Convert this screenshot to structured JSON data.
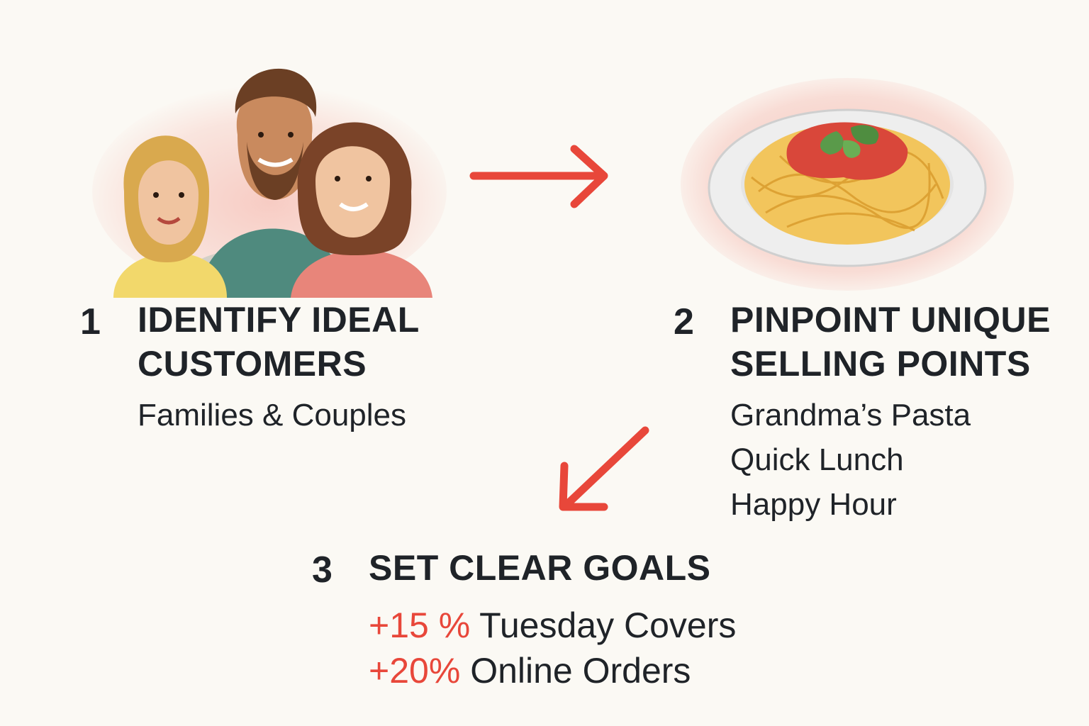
{
  "steps": [
    {
      "number": "1",
      "title_line1": "IDENTIFY IDEAL",
      "title_line2": "CUSTOMERS",
      "details": [
        "Families & Couples"
      ],
      "illustration": "family-watercolor-illustration"
    },
    {
      "number": "2",
      "title_line1": "PINPOINT UNIQUE",
      "title_line2": "SELLING POINTS",
      "details": [
        "Grandma’s Pasta",
        "Quick Lunch",
        "Happy Hour"
      ],
      "illustration": "pasta-plate-illustration"
    },
    {
      "number": "3",
      "title_line1": "SET CLEAR GOALS",
      "goals": [
        {
          "value": "+15 %",
          "label": "Tuesday Covers"
        },
        {
          "value": "+20%",
          "label": "Online Orders"
        }
      ]
    }
  ],
  "colors": {
    "accent": "#e8473a",
    "text": "#1f2328",
    "background": "#fbf9f4",
    "splash": "#f4a79c"
  },
  "icons": [
    "arrow-right-icon",
    "arrow-down-left-icon"
  ]
}
